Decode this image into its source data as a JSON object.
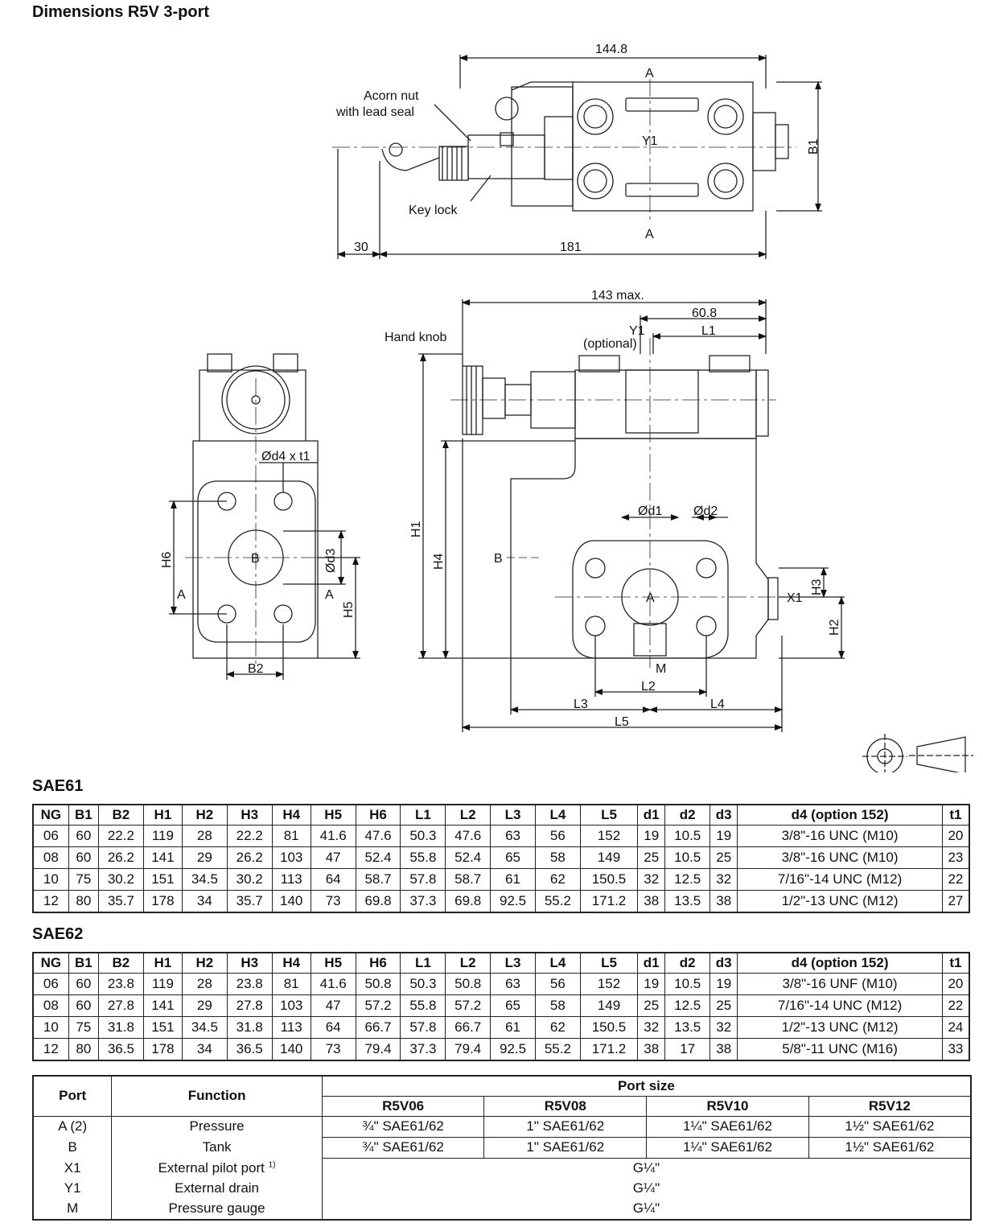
{
  "title": "Dimensions R5V 3-port",
  "drawing": {
    "labels": {
      "dim_144_8": "144.8",
      "dim_a_top": "A",
      "acorn_1": "Acorn nut",
      "acorn_2": "with lead seal",
      "y1_top": "Y1",
      "b1": "B1",
      "key_lock": "Key lock",
      "dim_a_bottom": "A",
      "dim_30": "30",
      "dim_181": "181",
      "dim_143": "143 max.",
      "dim_60_8": "60.8",
      "y1_side": "Y1",
      "l1": "L1",
      "optional": "(optional)",
      "hand_knob": "Hand knob",
      "d4t1": "Ød4 x t1",
      "h6": "H6",
      "port_b_left": "B",
      "d3": "Ød3",
      "port_a_left1": "A",
      "port_a_left2": "A",
      "h5": "H5",
      "b2": "B2",
      "h1": "H1",
      "h4": "H4",
      "port_b_side": "B",
      "d1": "Ød1",
      "d2": "Ød2",
      "port_a_side": "A",
      "x1": "X1",
      "h3": "H3",
      "h2": "H2",
      "m": "M",
      "l2": "L2",
      "l3": "L3",
      "l4": "L4",
      "l5": "L5"
    }
  },
  "sae61": {
    "title": "SAE61",
    "headers": [
      "NG",
      "B1",
      "B2",
      "H1",
      "H2",
      "H3",
      "H4",
      "H5",
      "H6",
      "L1",
      "L2",
      "L3",
      "L4",
      "L5",
      "d1",
      "d2",
      "d3",
      "d4 (option 152)",
      "t1"
    ],
    "rows": [
      [
        "06",
        "60",
        "22.2",
        "119",
        "28",
        "22.2",
        "81",
        "41.6",
        "47.6",
        "50.3",
        "47.6",
        "63",
        "56",
        "152",
        "19",
        "10.5",
        "19",
        "3/8\"-16 UNC (M10)",
        "20"
      ],
      [
        "08",
        "60",
        "26.2",
        "141",
        "29",
        "26.2",
        "103",
        "47",
        "52.4",
        "55.8",
        "52.4",
        "65",
        "58",
        "149",
        "25",
        "10.5",
        "25",
        "3/8\"-16 UNC (M10)",
        "23"
      ],
      [
        "10",
        "75",
        "30.2",
        "151",
        "34.5",
        "30.2",
        "113",
        "64",
        "58.7",
        "57.8",
        "58.7",
        "61",
        "62",
        "150.5",
        "32",
        "12.5",
        "32",
        "7/16\"-14 UNC (M12)",
        "22"
      ],
      [
        "12",
        "80",
        "35.7",
        "178",
        "34",
        "35.7",
        "140",
        "73",
        "69.8",
        "37.3",
        "69.8",
        "92.5",
        "55.2",
        "171.2",
        "38",
        "13.5",
        "38",
        "1/2\"-13 UNC (M12)",
        "27"
      ]
    ]
  },
  "sae62": {
    "title": "SAE62",
    "headers": [
      "NG",
      "B1",
      "B2",
      "H1",
      "H2",
      "H3",
      "H4",
      "H5",
      "H6",
      "L1",
      "L2",
      "L3",
      "L4",
      "L5",
      "d1",
      "d2",
      "d3",
      "d4 (option 152)",
      "t1"
    ],
    "rows": [
      [
        "06",
        "60",
        "23.8",
        "119",
        "28",
        "23.8",
        "81",
        "41.6",
        "50.8",
        "50.3",
        "50.8",
        "63",
        "56",
        "152",
        "19",
        "10.5",
        "19",
        "3/8\"-16 UNF (M10)",
        "20"
      ],
      [
        "08",
        "60",
        "27.8",
        "141",
        "29",
        "27.8",
        "103",
        "47",
        "57.2",
        "55.8",
        "57.2",
        "65",
        "58",
        "149",
        "25",
        "12.5",
        "25",
        "7/16\"-14 UNC (M12)",
        "22"
      ],
      [
        "10",
        "75",
        "31.8",
        "151",
        "34.5",
        "31.8",
        "113",
        "64",
        "66.7",
        "57.8",
        "66.7",
        "61",
        "62",
        "150.5",
        "32",
        "13.5",
        "32",
        "1/2\"-13 UNC (M12)",
        "24"
      ],
      [
        "12",
        "80",
        "36.5",
        "178",
        "34",
        "36.5",
        "140",
        "73",
        "79.4",
        "37.3",
        "79.4",
        "92.5",
        "55.2",
        "171.2",
        "38",
        "17",
        "38",
        "5/8\"-11 UNC (M16)",
        "33"
      ]
    ]
  },
  "ports": {
    "h_port": "Port",
    "h_function": "Function",
    "h_size": "Port size",
    "models": [
      "R5V06",
      "R5V08",
      "R5V10",
      "R5V12"
    ],
    "rows": [
      {
        "port": "A (2)",
        "function": "Pressure",
        "sizes": [
          "¾\" SAE61/62",
          "1\" SAE61/62",
          "1¼\" SAE61/62",
          "1½\" SAE61/62"
        ]
      },
      {
        "port": "B",
        "function": "Tank",
        "sizes": [
          "¾\" SAE61/62",
          "1\" SAE61/62",
          "1¼\" SAE61/62",
          "1½\" SAE61/62"
        ]
      },
      {
        "port": "X1",
        "function": "External pilot port",
        "footnote": "1)",
        "size": "G¼\""
      },
      {
        "port": "Y1",
        "function": "External drain",
        "size": "G¼\""
      },
      {
        "port": "M",
        "function": "Pressure gauge",
        "size": "G¼\""
      }
    ]
  }
}
